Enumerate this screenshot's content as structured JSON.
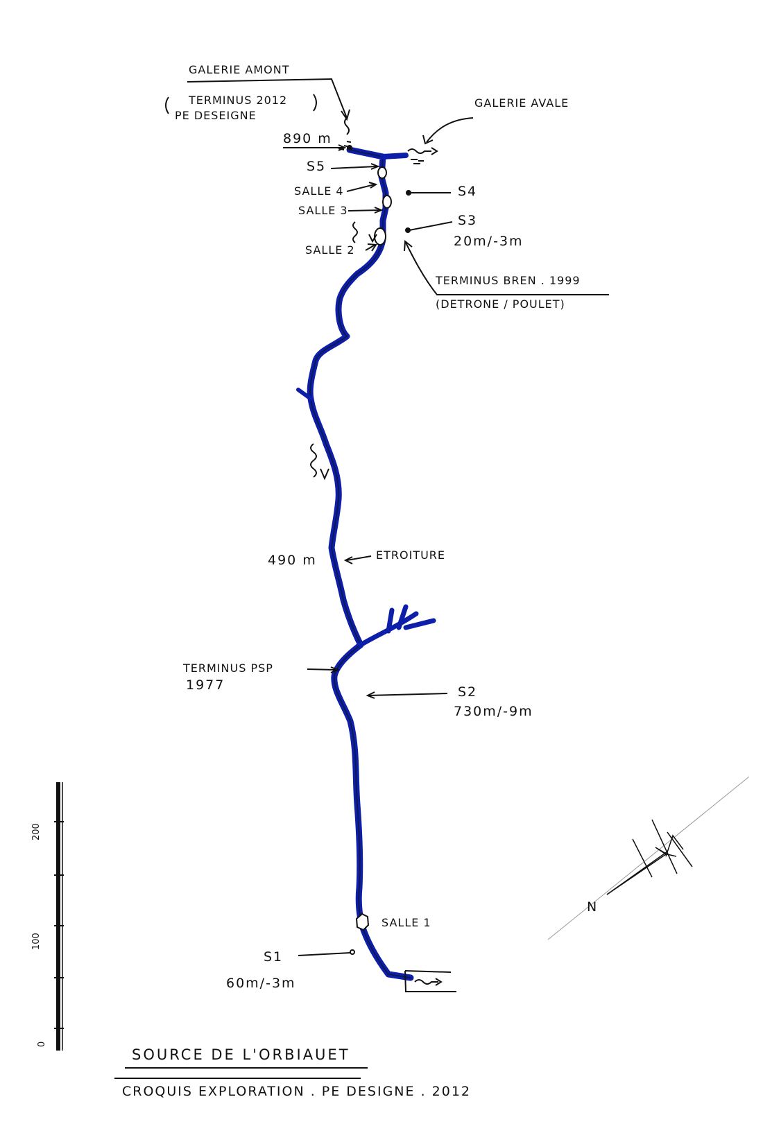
{
  "title": "SOURCE DE L'ORBIAUET",
  "subtitle": "CROQUIS EXPLORATION . PE DESIGNE . 2012",
  "cave_color": "#0d1fa8",
  "labels": {
    "galerie_amont": "GALERIE AMONT",
    "terminus_2012": "TERMINUS 2012",
    "terminus_2012_author": "PE DESEIGNE",
    "galerie_aval": "GALERIE AVALE",
    "dist_890": "890 m",
    "s5": "S5",
    "salle4": "SALLE 4",
    "s4": "S4",
    "salle3": "SALLE 3",
    "s3": "S3",
    "s3_dims": "20m/-3m",
    "salle2": "SALLE 2",
    "terminus_bren": "TERMINUS BREN . 1999",
    "terminus_bren_authors": "(DETRONE / POULET)",
    "dist_490": "490 m",
    "etroiture": "ETROITURE",
    "terminus_psp": "TERMINUS PSP",
    "terminus_psp_year": "1977",
    "s2": "S2",
    "s2_dims": "730m/-9m",
    "salle1": "SALLE 1",
    "s1": "S1",
    "s1_dims": "60m/-3m",
    "north": "N"
  },
  "scale_bar": {
    "ticks": [
      "0",
      "100",
      "200"
    ]
  }
}
